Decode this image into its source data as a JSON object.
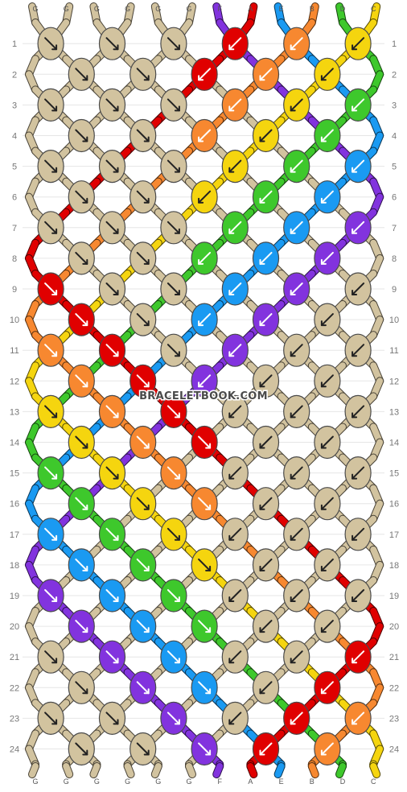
{
  "title": "",
  "watermark": "BRACELETBOOK.COM",
  "colors": {
    "G": "#d2c39f",
    "F": "#8233de",
    "A": "#e00000",
    "E": "#1a9af2",
    "B": "#f78830",
    "D": "#3ec82c",
    "C": "#f5d50f"
  },
  "strings": [
    "G",
    "G",
    "G",
    "G",
    "G",
    "G",
    "F",
    "A",
    "E",
    "B",
    "D",
    "C"
  ],
  "row_labels": [
    "1",
    "2",
    "3",
    "4",
    "5",
    "6",
    "7",
    "8",
    "9",
    "10",
    "11",
    "12",
    "13",
    "14",
    "15",
    "16",
    "17",
    "18",
    "19",
    "20",
    "21",
    "22",
    "23",
    "24"
  ],
  "knots": [
    [
      "G:R",
      "G:R",
      "G:R",
      "A:L",
      "B:L",
      "C:L"
    ],
    [
      "G:R",
      "G:R",
      "A:L",
      "B:L",
      "C:L"
    ],
    [
      "G:R",
      "G:R",
      "G:R",
      "B:L",
      "C:L",
      "D:L"
    ],
    [
      "G:R",
      "G:R",
      "B:L",
      "C:L",
      "D:L"
    ],
    [
      "G:R",
      "G:R",
      "G:R",
      "C:L",
      "D:L",
      "E:L"
    ],
    [
      "G:R",
      "G:R",
      "C:L",
      "D:L",
      "E:L"
    ],
    [
      "G:R",
      "G:R",
      "G:R",
      "D:L",
      "E:L",
      "F:L"
    ],
    [
      "G:R",
      "G:R",
      "D:L",
      "E:L",
      "F:L"
    ],
    [
      "A:R",
      "G:R",
      "G:R",
      "E:L",
      "F:L",
      "G:L"
    ],
    [
      "A:R",
      "G:R",
      "E:L",
      "F:L",
      "G:L"
    ],
    [
      "B:R",
      "A:R",
      "G:R",
      "F:L",
      "G:L",
      "G:L"
    ],
    [
      "B:R",
      "A:R",
      "F:L",
      "G:L",
      "G:L"
    ],
    [
      "C:R",
      "B:R",
      "A:R",
      "G:L",
      "G:L",
      "G:L"
    ],
    [
      "C:R",
      "B:R",
      "A:R",
      "G:L",
      "G:L"
    ],
    [
      "D:R",
      "C:R",
      "B:R",
      "G:L",
      "G:L",
      "G:L"
    ],
    [
      "D:R",
      "C:R",
      "B:R",
      "G:L",
      "G:L"
    ],
    [
      "E:R",
      "D:R",
      "C:R",
      "G:L",
      "G:L",
      "G:L"
    ],
    [
      "E:R",
      "D:R",
      "C:R",
      "G:L",
      "G:L"
    ],
    [
      "F:R",
      "E:R",
      "D:R",
      "G:L",
      "G:L",
      "G:L"
    ],
    [
      "F:R",
      "E:R",
      "D:R",
      "G:L",
      "G:L"
    ],
    [
      "G:R",
      "F:R",
      "E:R",
      "G:L",
      "G:L",
      "A:L"
    ],
    [
      "G:R",
      "F:R",
      "E:R",
      "G:L",
      "A:L"
    ],
    [
      "G:R",
      "G:R",
      "F:R",
      "G:L",
      "A:L",
      "B:L"
    ],
    [
      "G:R",
      "G:R",
      "F:R",
      "A:L",
      "B:L"
    ]
  ]
}
